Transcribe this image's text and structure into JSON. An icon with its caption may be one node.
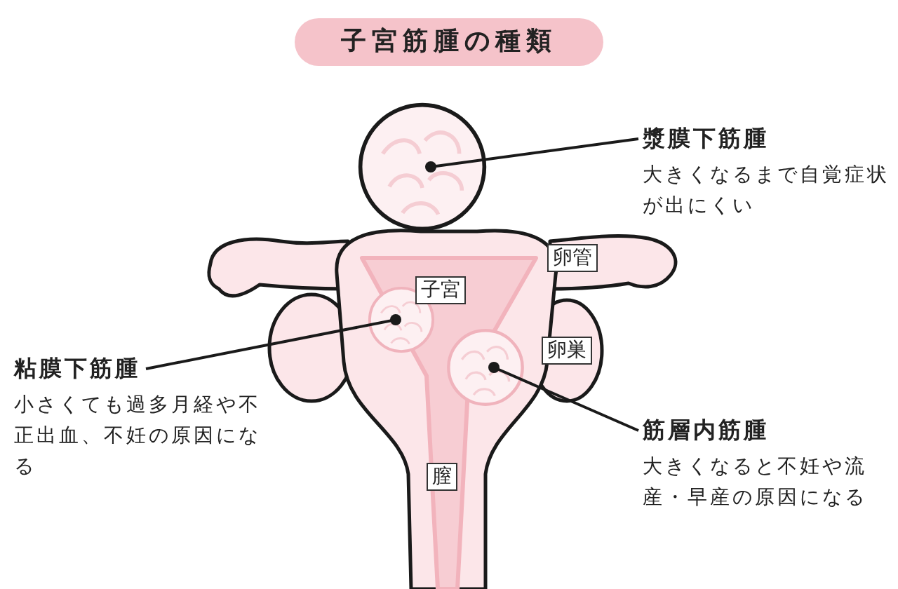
{
  "diagram": {
    "title": "子宮筋腫の種類",
    "nodes": [
      {
        "text": [
          "漿膜下筋腫",
          "大きくなるまで自覚症状が出にくい"
        ]
      },
      {
        "text": [],
        "shape": "circle"
      },
      {
        "text": [
          "卵管"
        ]
      },
      {
        "text": [
          "子宮"
        ]
      },
      {
        "text": [
          "卵巣"
        ]
      },
      {
        "text": [
          "粘膜下筋腫",
          "小さくても過多月経や不正出血、不妊の原因になる"
        ]
      },
      {
        "text": [],
        "shape": "circle"
      },
      {
        "text": [],
        "shape": "circle"
      },
      {
        "text": [
          "筋層内筋腫",
          "大きくなると不妊や流産・早産の原因になる"
        ]
      },
      {
        "text": [
          "膣"
        ]
      }
    ],
    "edges": [
      {
        "from": 0,
        "to": 1,
        "arrow": "other"
      },
      {
        "from": 5,
        "to": 6,
        "arrow": "other"
      },
      {
        "from": 8,
        "to": 7,
        "arrow": "other"
      }
    ]
  }
}
